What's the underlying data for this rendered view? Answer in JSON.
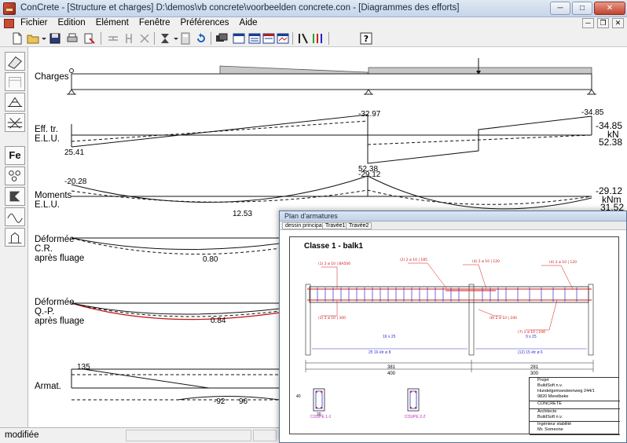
{
  "window": {
    "title": "ConCrete - [Structure et charges]  D:\\demos\\vb concrete\\voorbeelden concrete.con - [Diagrammes des efforts]",
    "min_label": "─",
    "max_label": "□",
    "close_label": "✕"
  },
  "menu": {
    "items": [
      "Fichier",
      "Edition",
      "Elément",
      "Fenêtre",
      "Préférences",
      "Aide"
    ]
  },
  "mdi": {
    "min": "─",
    "restore": "❐",
    "close": "✕"
  },
  "left_toolbar": {
    "fe_label": "Fe"
  },
  "rows": {
    "charges": {
      "label": "Charges"
    },
    "shear": {
      "label_line1": "Eff. tr.",
      "label_line2": "E.L.U.",
      "left_value": "25.41",
      "peak_value": "-32.97",
      "under_value": "52.38",
      "right_value": "-34.85",
      "side_max": "-34.85",
      "side_unit": "kN",
      "side_min": "52.38"
    },
    "moments": {
      "label_line1": "Moments",
      "label_line2": "E.L.U.",
      "left_value": "-20.28",
      "peak_value": "-29.12",
      "span_value": "12.53",
      "side_max": "-29.12",
      "side_unit": "kNm",
      "side_min": "31.52"
    },
    "deformation_cr": {
      "label_line1": "Déformée",
      "label_line2": "C.R.",
      "label_line3": "après fluage",
      "value": "0.80"
    },
    "deformation_qp": {
      "label_line1": "Déformée",
      "label_line2": "Q.-P.",
      "label_line3": "après fluage",
      "value": "0.84"
    },
    "armat": {
      "label": "Armat.",
      "value": "135",
      "bottom_value1": "-92",
      "bottom_value2": "96"
    }
  },
  "status": {
    "text": "modifiée"
  },
  "plan": {
    "title": "Plan d'armatures",
    "tabs": [
      "dessin principal",
      "Travée1",
      "Travée2"
    ],
    "heading": "Classe 1 - balk1",
    "dims": {
      "span1": "400",
      "span2": "300",
      "sub1": "381",
      "sub2": "281"
    },
    "stirrups": {
      "s1": "16 x 25",
      "s2": "9 x 25",
      "b1": "25  16 étr ø 8",
      "b2": "(12) 15 étr ø 6"
    },
    "sections": {
      "label1": "COUPE 1-1",
      "label2": "COUPE 2-2",
      "w": "20",
      "h": "40"
    },
    "titleblock": {
      "project": "Projet",
      "company": "BuildSoft n.v.",
      "address": "Hundelgemsesteenweg 244/1",
      "city": "9820 Merelbeke",
      "product": "CONCRETE",
      "architect_label": "Architecte",
      "architect": "BuildSoft n.v.",
      "engineer_label": "Ingénieur stabilité",
      "engineer": "Mr. Someone"
    }
  }
}
